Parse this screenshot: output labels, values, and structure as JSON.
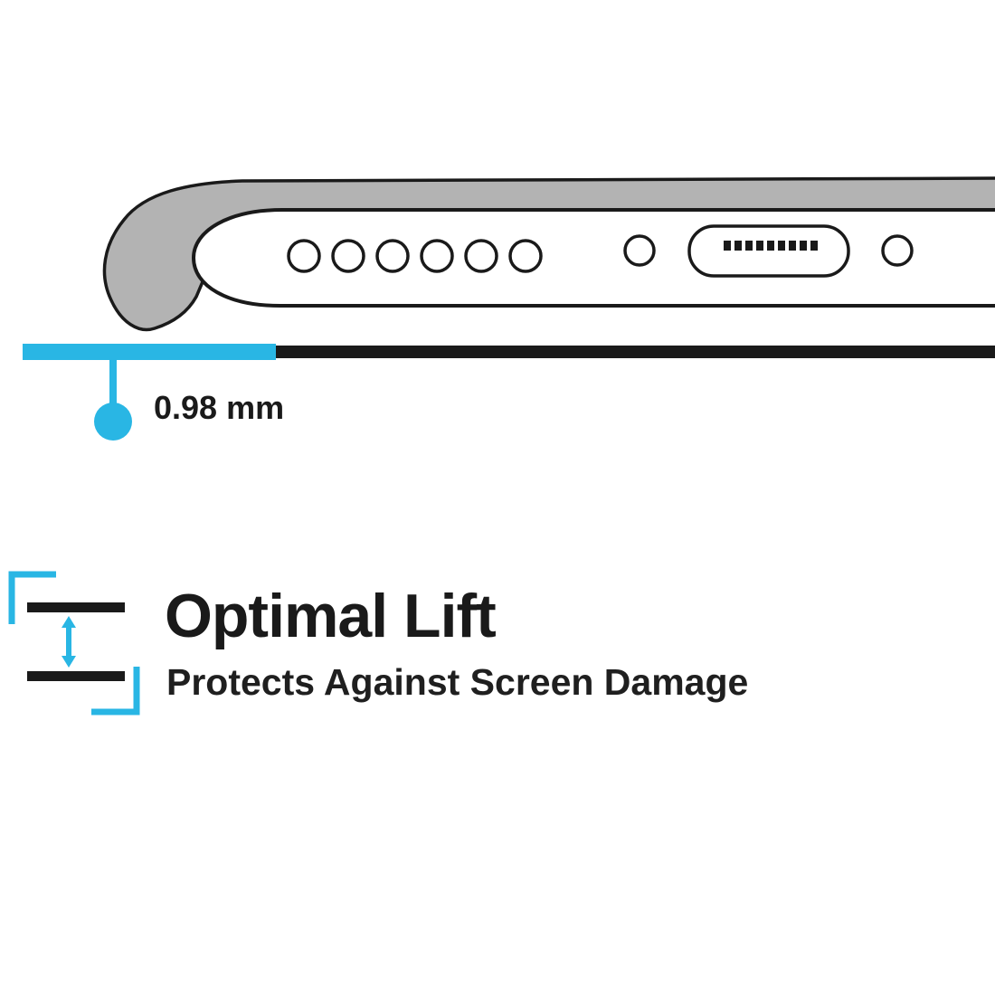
{
  "page": {
    "background": "#ffffff",
    "description": "Phone case product diagram showing raised lip above screen surface"
  },
  "colors": {
    "accent_cyan": "#29b6e4",
    "outline_black": "#1a1a1a",
    "case_gray": "#b3b3b3",
    "body_white": "#ffffff"
  },
  "measurement": {
    "value": "0.98 mm"
  },
  "feature": {
    "title": "Optimal Lift",
    "subtitle": "Protects Against Screen Damage"
  },
  "icons": {
    "phone_illustration": "phone-bottom-edge-in-case-illustration",
    "lift_icon": "lift-gap-arrows-icon"
  }
}
